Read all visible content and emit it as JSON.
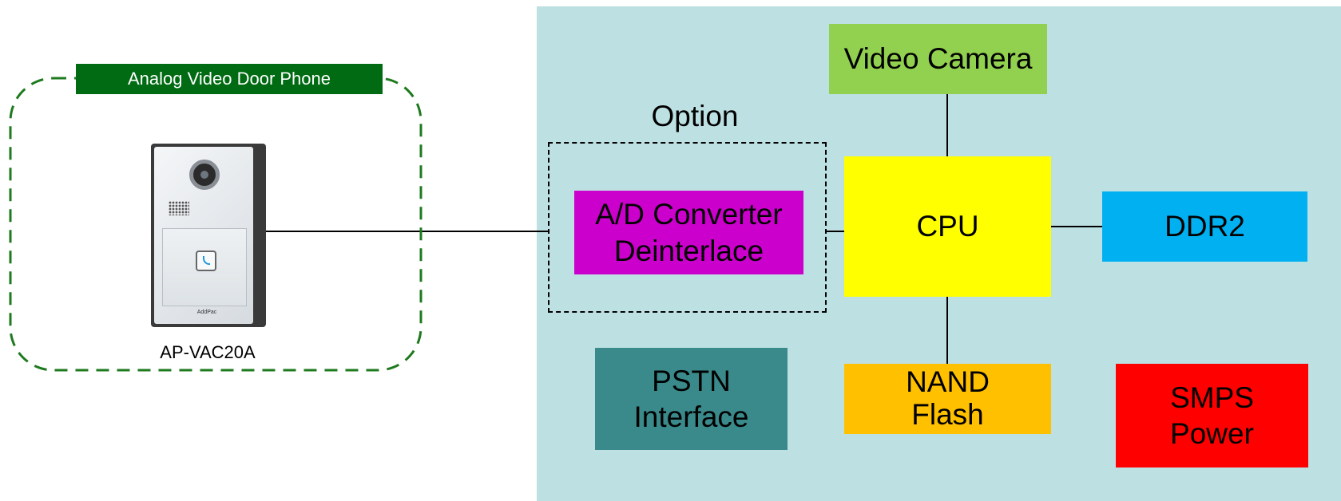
{
  "door_phone_group": {
    "title": "Analog Video Door Phone",
    "model_label": "AP-VAC20A",
    "device_brand": "AddPac"
  },
  "option_group": {
    "label": "Option"
  },
  "blocks": {
    "video_camera": "Video Camera",
    "ad_converter_line1": "A/D Converter",
    "ad_converter_line2": "Deinterlace",
    "cpu": "CPU",
    "ddr2": "DDR2",
    "pstn_line1": "PSTN",
    "pstn_line2": "Interface",
    "nand_line1": "NAND",
    "nand_line2": "Flash",
    "smps_line1": "SMPS",
    "smps_line2": "Power"
  },
  "colors": {
    "system_background": "#bde0e3",
    "group_green": "#1e7a1e",
    "title_bar_green": "#006b12",
    "video_camera": "#92d050",
    "ad_converter": "#cc00cc",
    "cpu": "#ffff00",
    "ddr2": "#00b0f0",
    "pstn": "#3a8a8c",
    "nand_flash": "#ffc000",
    "smps_power": "#ff0000"
  }
}
